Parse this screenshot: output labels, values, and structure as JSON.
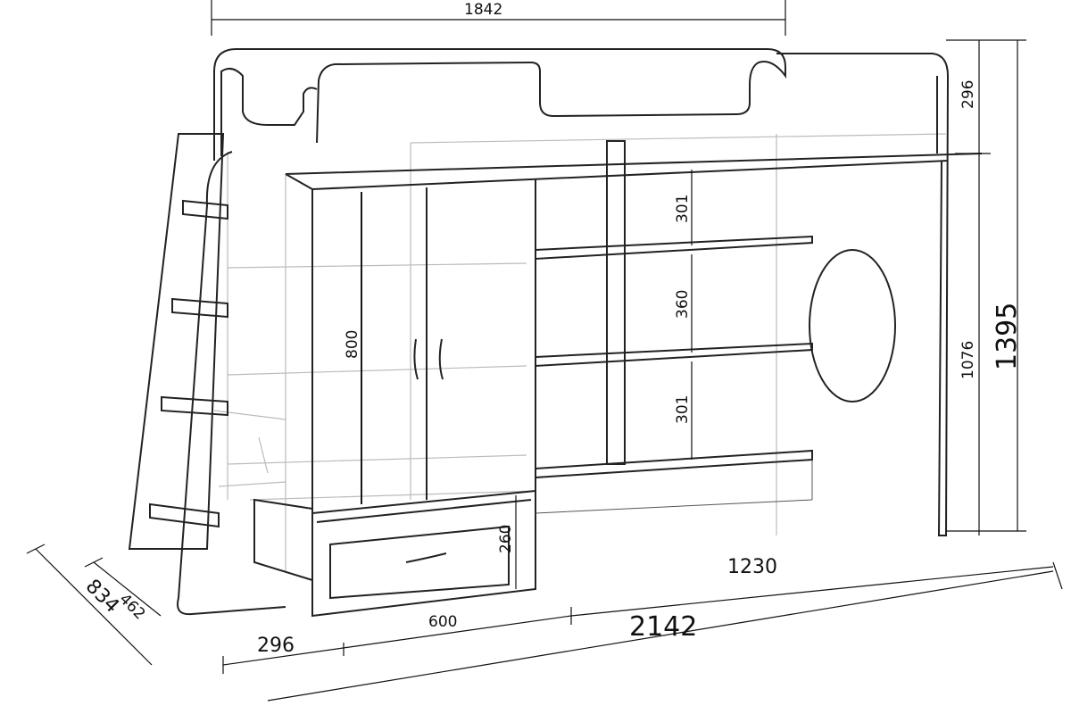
{
  "dimensions": {
    "width_top": "1842",
    "headboard_height": "296",
    "total_height": "1395",
    "deck_height": "1076",
    "shelf_top": "301",
    "shelf_middle": "360",
    "shelf_bottom": "301",
    "wardrobe_door_height": "800",
    "drawer_height": "260",
    "desk_width": "1230",
    "total_length": "2142",
    "wardrobe_width": "600",
    "ladder_offset": "296",
    "ladder_depth": "462",
    "total_depth": "834"
  }
}
